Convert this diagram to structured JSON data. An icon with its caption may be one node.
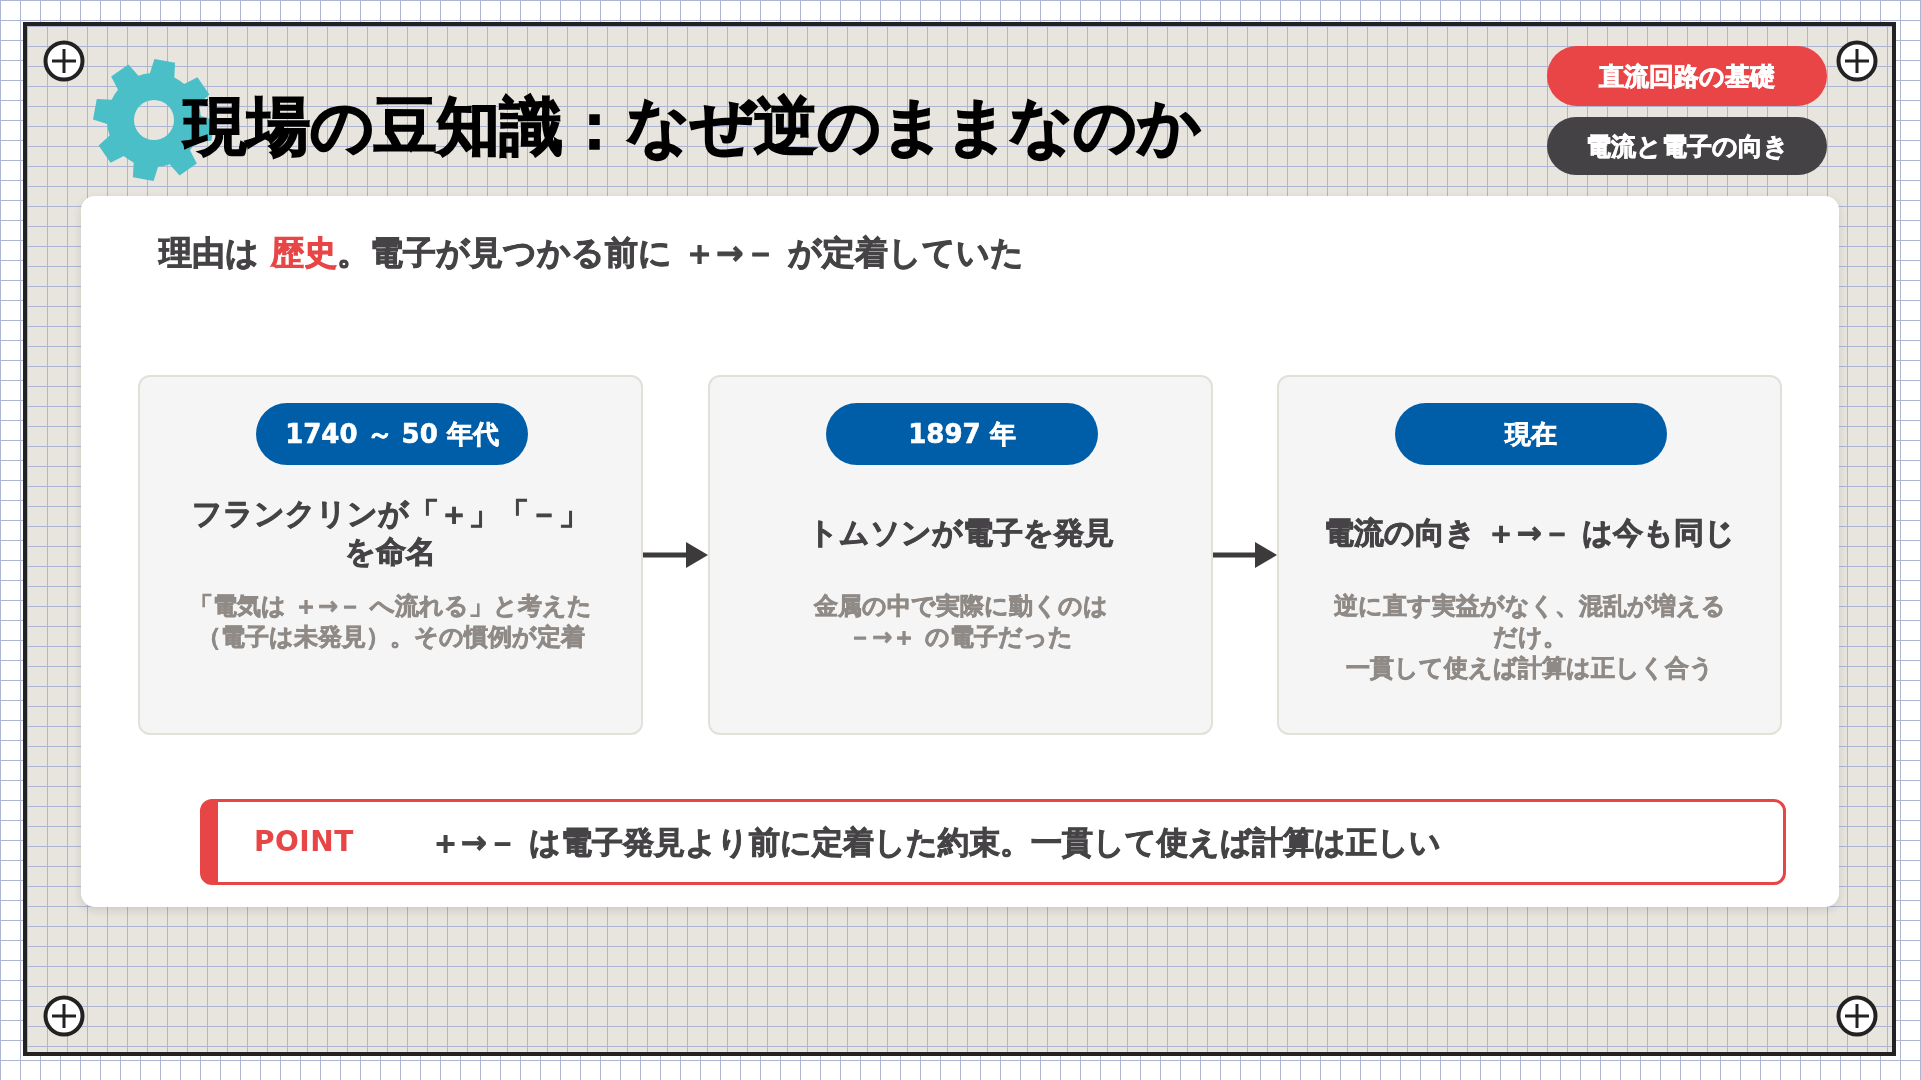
{
  "diagram": {
    "title": "現場の豆知識：なぜ逆のままなのか",
    "nodes": [
      {
        "text": [
          "直流回路の基礎"
        ]
      },
      {
        "text": [
          "電流と電子の向き"
        ]
      },
      {
        "text": [
          "理由は **歴史**。電子が見つかる前に ＋→－ が定着していた"
        ]
      },
      {
        "text": [
          "フランクリンが「＋」「－」を命名",
          "「電気は ＋→－ へ流れる」と考えた（電子は未発見）。その慣例が定着"
        ],
        "in": 2
      },
      {
        "text": [
          "1740 ～ 50 年代"
        ],
        "in": 3
      },
      {
        "text": [
          "トムソンが電子を発見",
          "金属の中で実際に動くのは－→＋ の電子だった"
        ],
        "in": 2
      },
      {
        "text": [
          "1897 年"
        ],
        "in": 5
      },
      {
        "text": [
          "電流の向き ＋→－ は今も同じ",
          "逆に直す実益がなく、混乱が増えるだけ。",
          "一貫して使えば計算は正しく合う"
        ],
        "in": 2
      },
      {
        "text": [
          "現在"
        ],
        "in": 7
      },
      {
        "text": [
          "POINT",
          "＋→－ は電子発見より前に定着した約束。一貫して使えば計算は正しい"
        ],
        "in": 2
      }
    ],
    "edges": [
      {
        "from": 3,
        "to": 5,
        "arrow": "to"
      },
      {
        "from": 5,
        "to": 7,
        "arrow": "to"
      }
    ]
  }
}
